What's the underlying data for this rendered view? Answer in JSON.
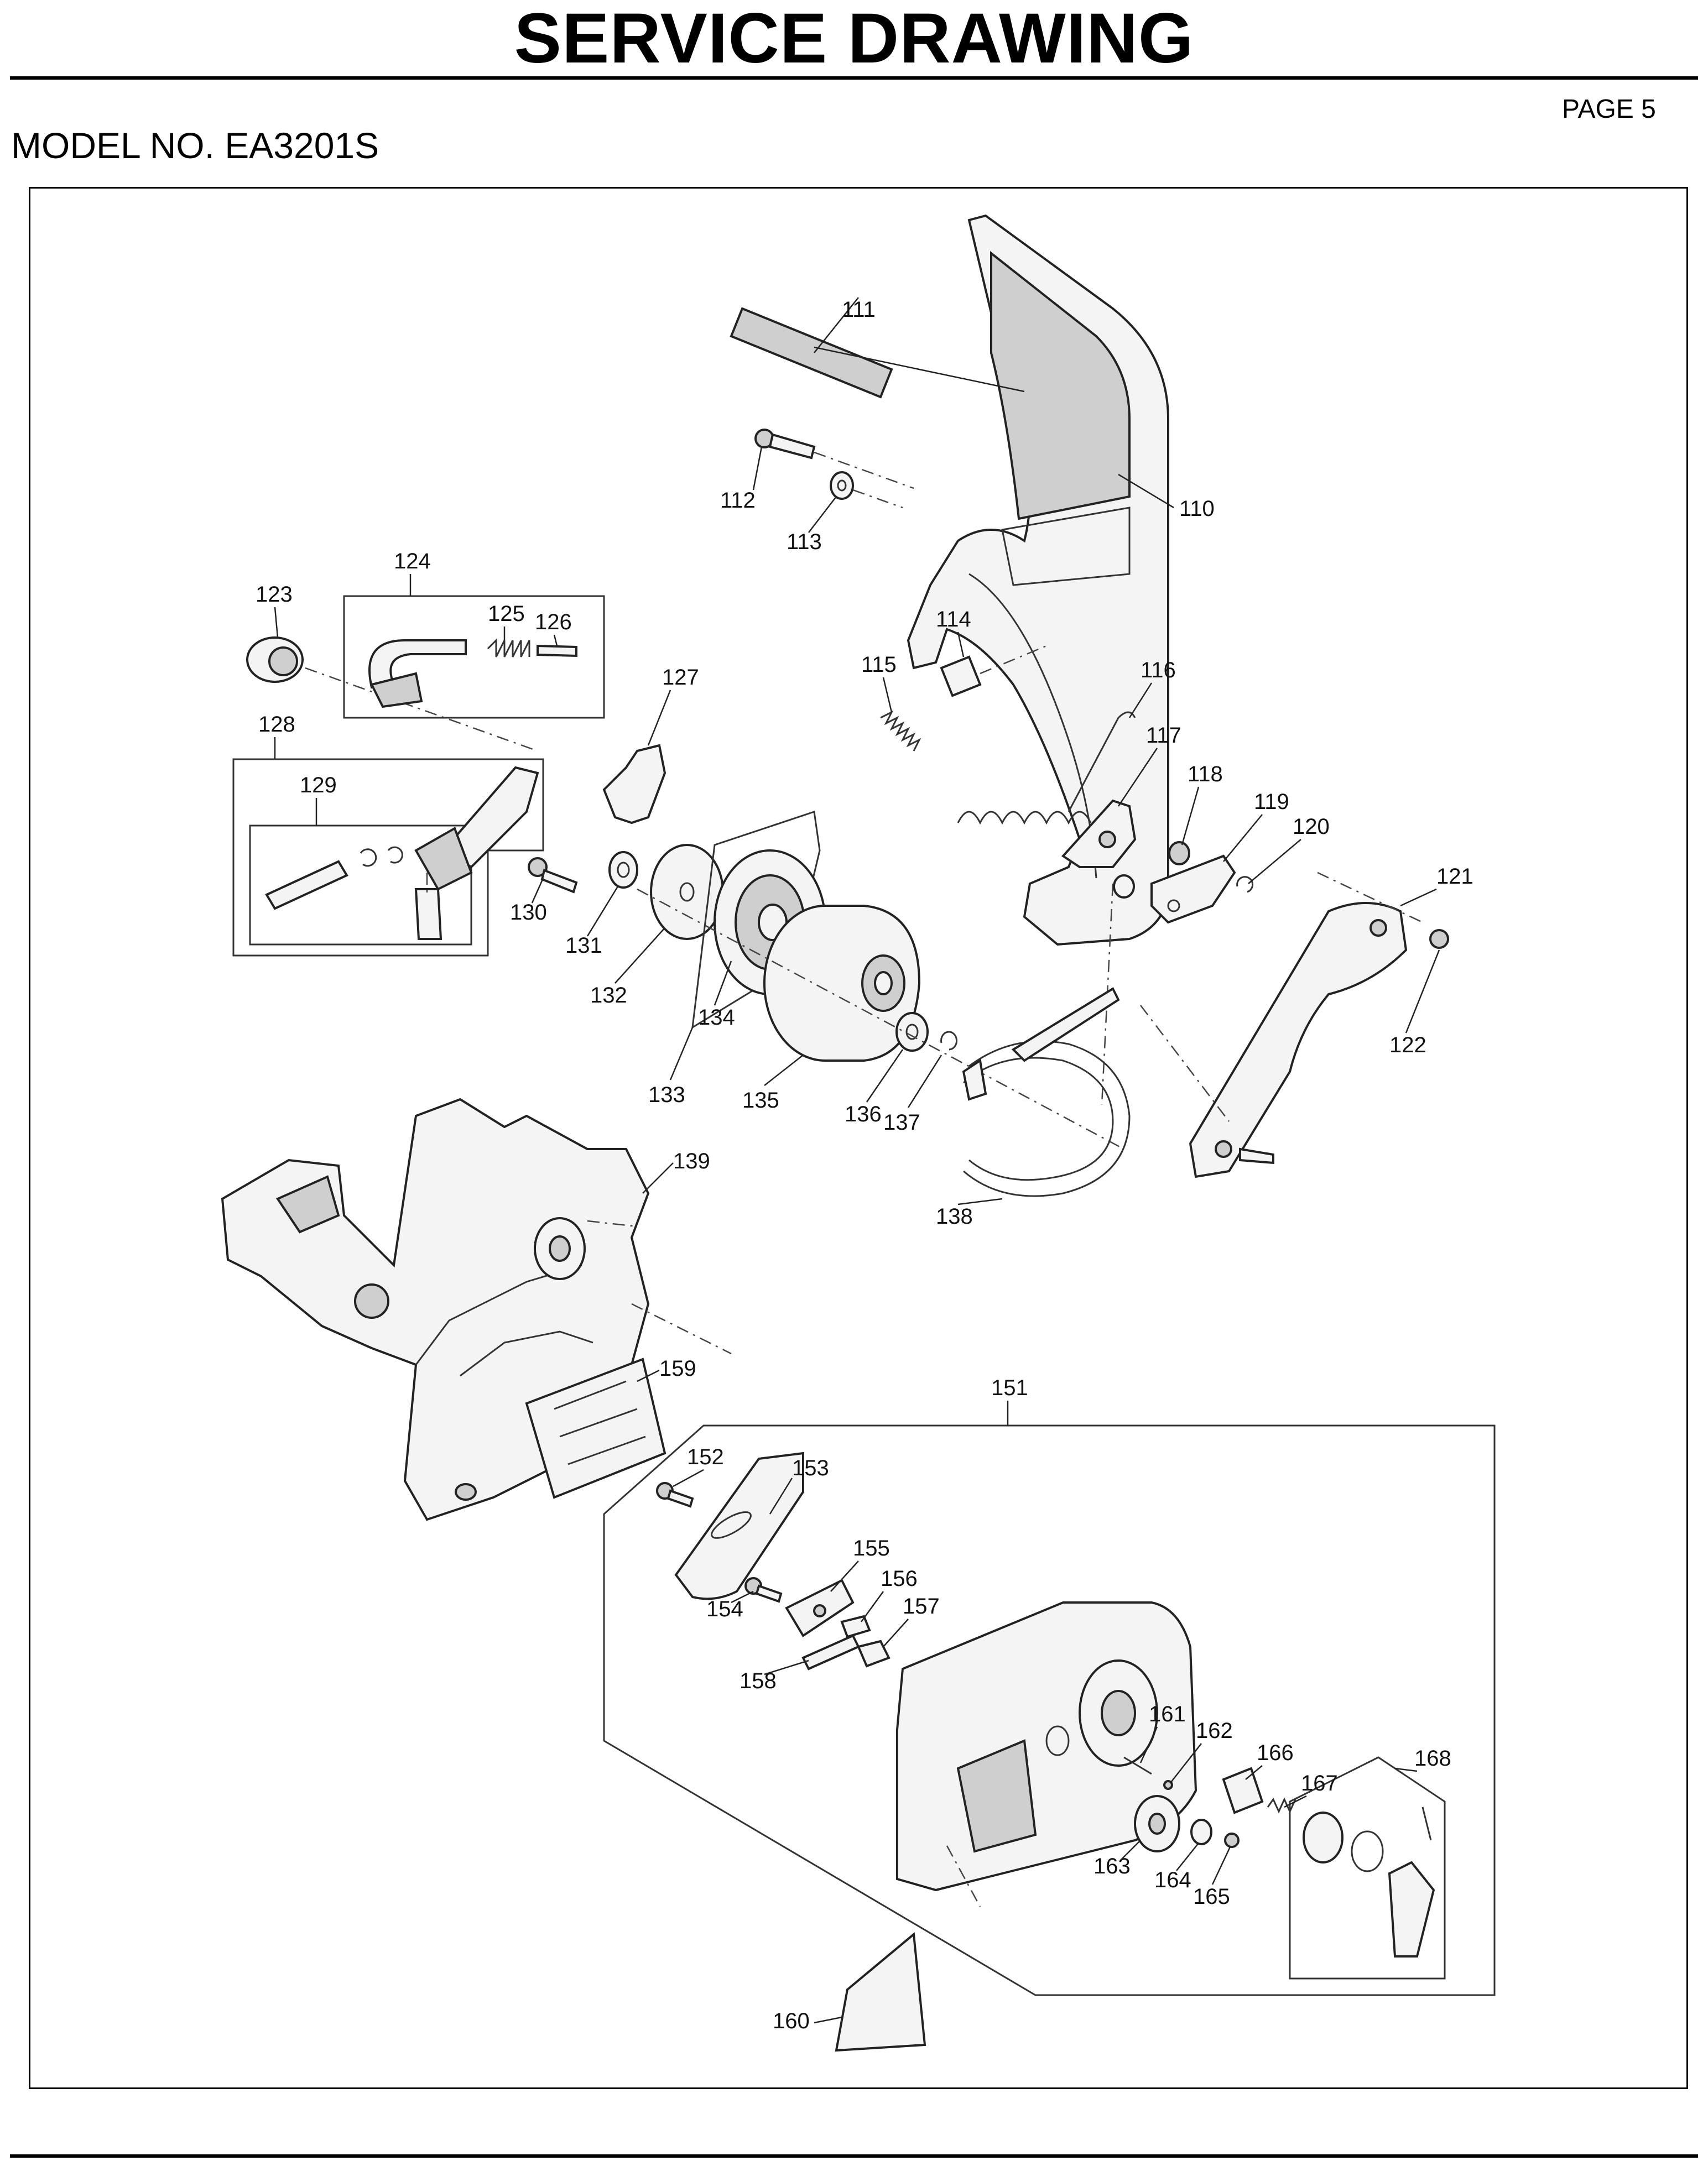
{
  "header": {
    "title": "SERVICE DRAWING",
    "page": "PAGE 5",
    "model": "MODEL NO. EA3201S"
  },
  "parts": {
    "p110": "110",
    "p111": "111",
    "p112": "112",
    "p113": "113",
    "p114": "114",
    "p115": "115",
    "p116": "116",
    "p117": "117",
    "p118": "118",
    "p119": "119",
    "p120": "120",
    "p121": "121",
    "p122": "122",
    "p123": "123",
    "p124": "124",
    "p125": "125",
    "p126": "126",
    "p127": "127",
    "p128": "128",
    "p129": "129",
    "p130": "130",
    "p131": "131",
    "p132": "132",
    "p133": "133",
    "p134": "134",
    "p135": "135",
    "p136": "136",
    "p137": "137",
    "p138": "138",
    "p139": "139",
    "p151": "151",
    "p152": "152",
    "p153": "153",
    "p154": "154",
    "p155": "155",
    "p156": "156",
    "p157": "157",
    "p158": "158",
    "p159": "159",
    "p160": "160",
    "p161": "161",
    "p162": "162",
    "p163": "163",
    "p164": "164",
    "p165": "165",
    "p166": "166",
    "p167": "167",
    "p168": "168"
  }
}
